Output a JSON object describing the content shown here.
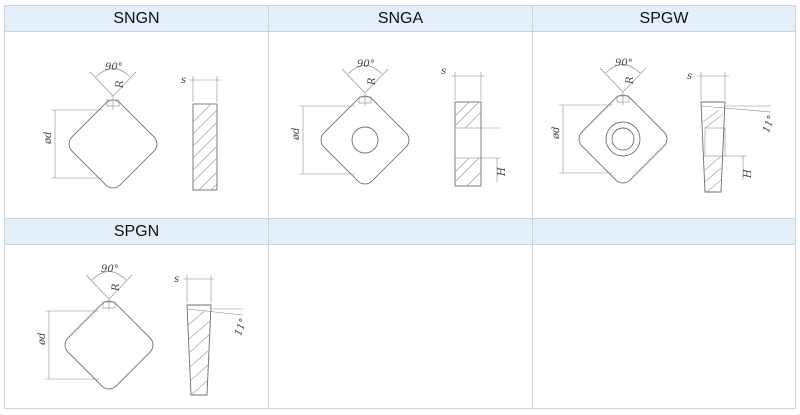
{
  "table": {
    "cells": [
      {
        "name": "SNGN",
        "variant": "plain",
        "side": "straight"
      },
      {
        "name": "SNGA",
        "variant": "hole",
        "side": "straight"
      },
      {
        "name": "SPGW",
        "variant": "hole-ring",
        "side": "clearance-hole"
      },
      {
        "name": "SPGN",
        "variant": "plain",
        "side": "clearance"
      },
      {
        "name": "",
        "variant": "empty"
      },
      {
        "name": "",
        "variant": "empty"
      }
    ]
  },
  "labels": {
    "angle": "90°",
    "radius": "R",
    "diameter": "ød",
    "thickness": "s",
    "height": "H",
    "clearance": "11°"
  },
  "colors": {
    "header_bg": "#e3eef9",
    "border": "#c9d4df",
    "line": "#6d6d6d"
  }
}
